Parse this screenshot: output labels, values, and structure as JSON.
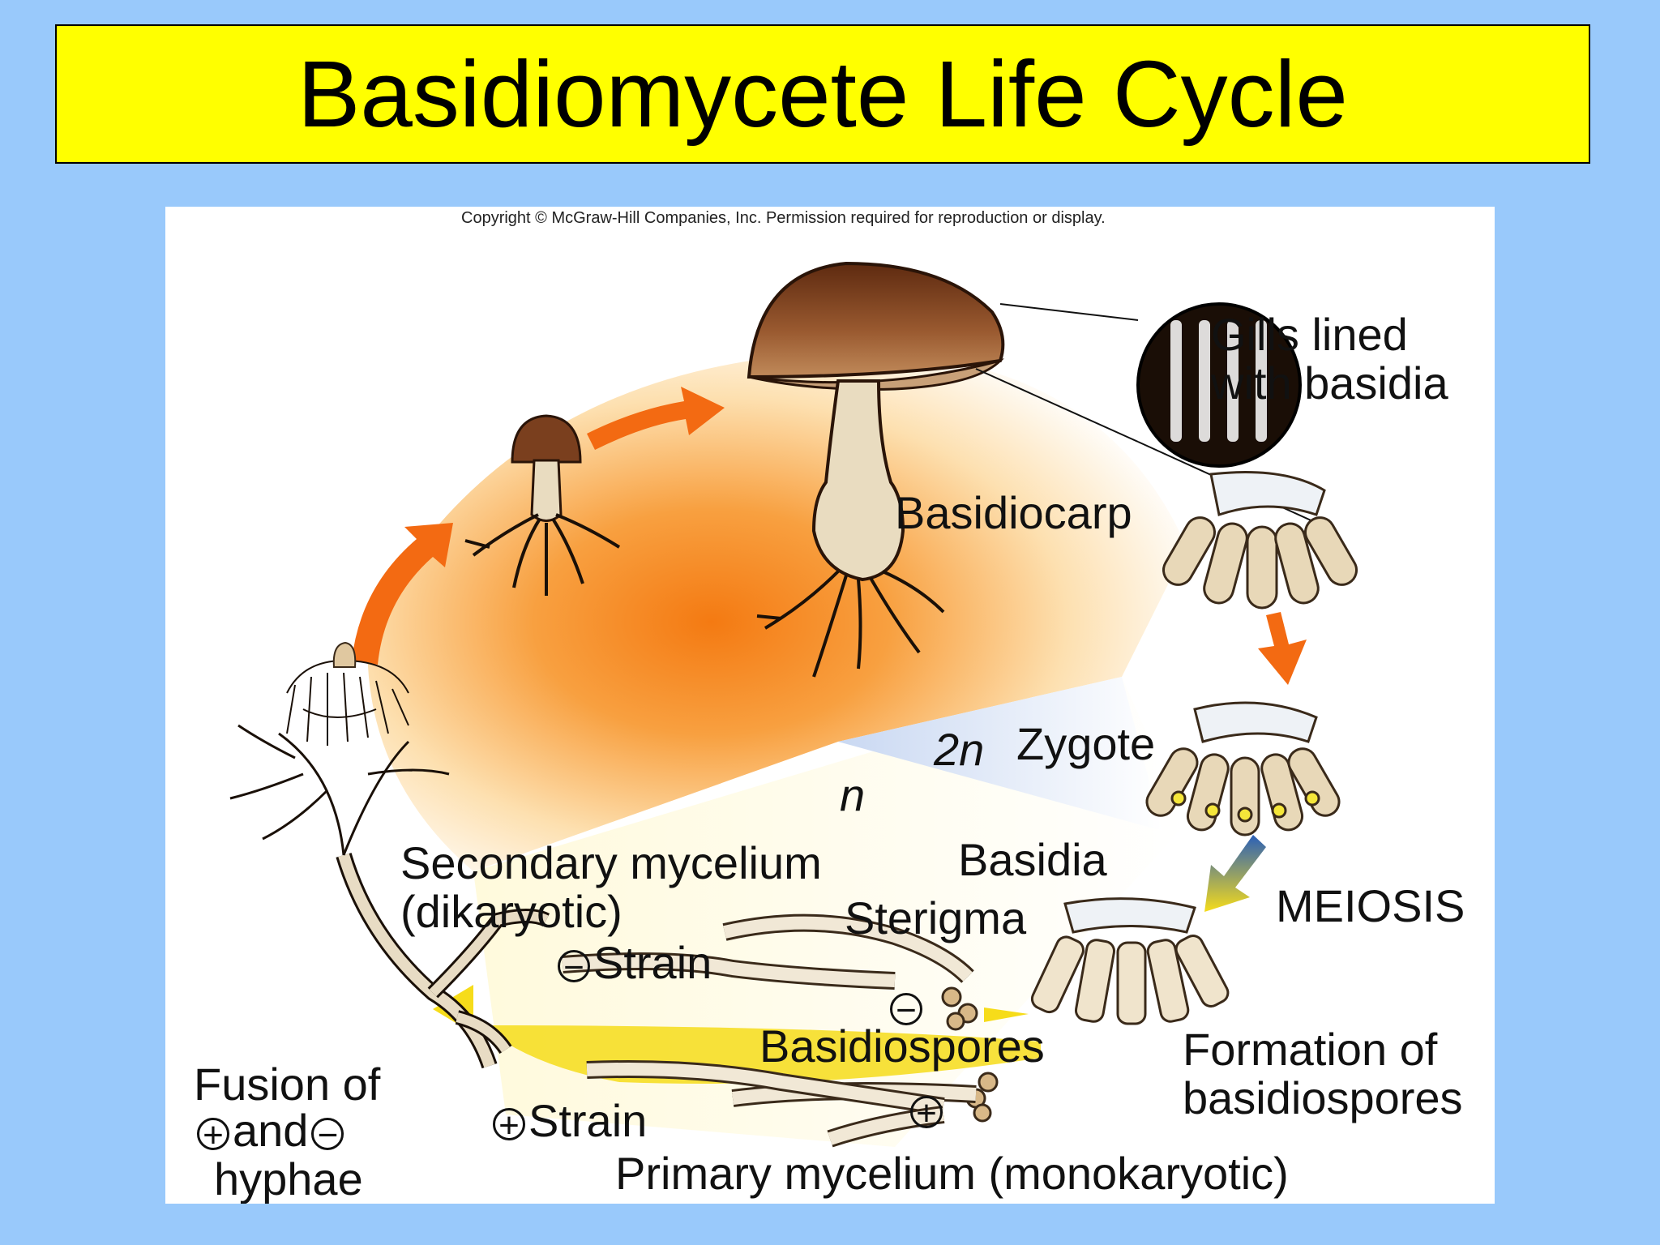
{
  "title": "Basidiomycete Life Cycle",
  "figure": {
    "copyright": "Copyright © McGraw-Hill Companies, Inc. Permission required for reproduction or display.",
    "labels": {
      "gills": [
        "Gills lined",
        "with basidia"
      ],
      "basidiocarp": "Basidiocarp",
      "ploidy_2n": "2n",
      "zygote": "Zygote",
      "ploidy_n": "n",
      "secondary_mycelium": [
        "Secondary mycelium",
        "(dikaryotic)"
      ],
      "basidia": "Basidia",
      "sterigma": "Sterigma",
      "meiosis": "MEIOSIS",
      "minus_strain": "Strain",
      "basidiospores": "Basidiospores",
      "formation": [
        "Formation of",
        "basidiospores"
      ],
      "fusion": [
        "Fusion of",
        "and",
        "hyphae"
      ],
      "plus_strain": "Strain",
      "primary_mycelium": "Primary mycelium (monokaryotic)",
      "plus_sign": "+",
      "minus_sign": "−"
    }
  },
  "colors": {
    "background": "#99c9fb",
    "title_fill": "#ffff00",
    "diploid_zone": "#f47a12",
    "haploid_zone": "#fff7cc",
    "mushroom_cap": "#7a3f1e",
    "stalk": "#e9dcc0",
    "arrow_orange": "#f36a12",
    "arrow_yellow": "#f6dc1a"
  }
}
